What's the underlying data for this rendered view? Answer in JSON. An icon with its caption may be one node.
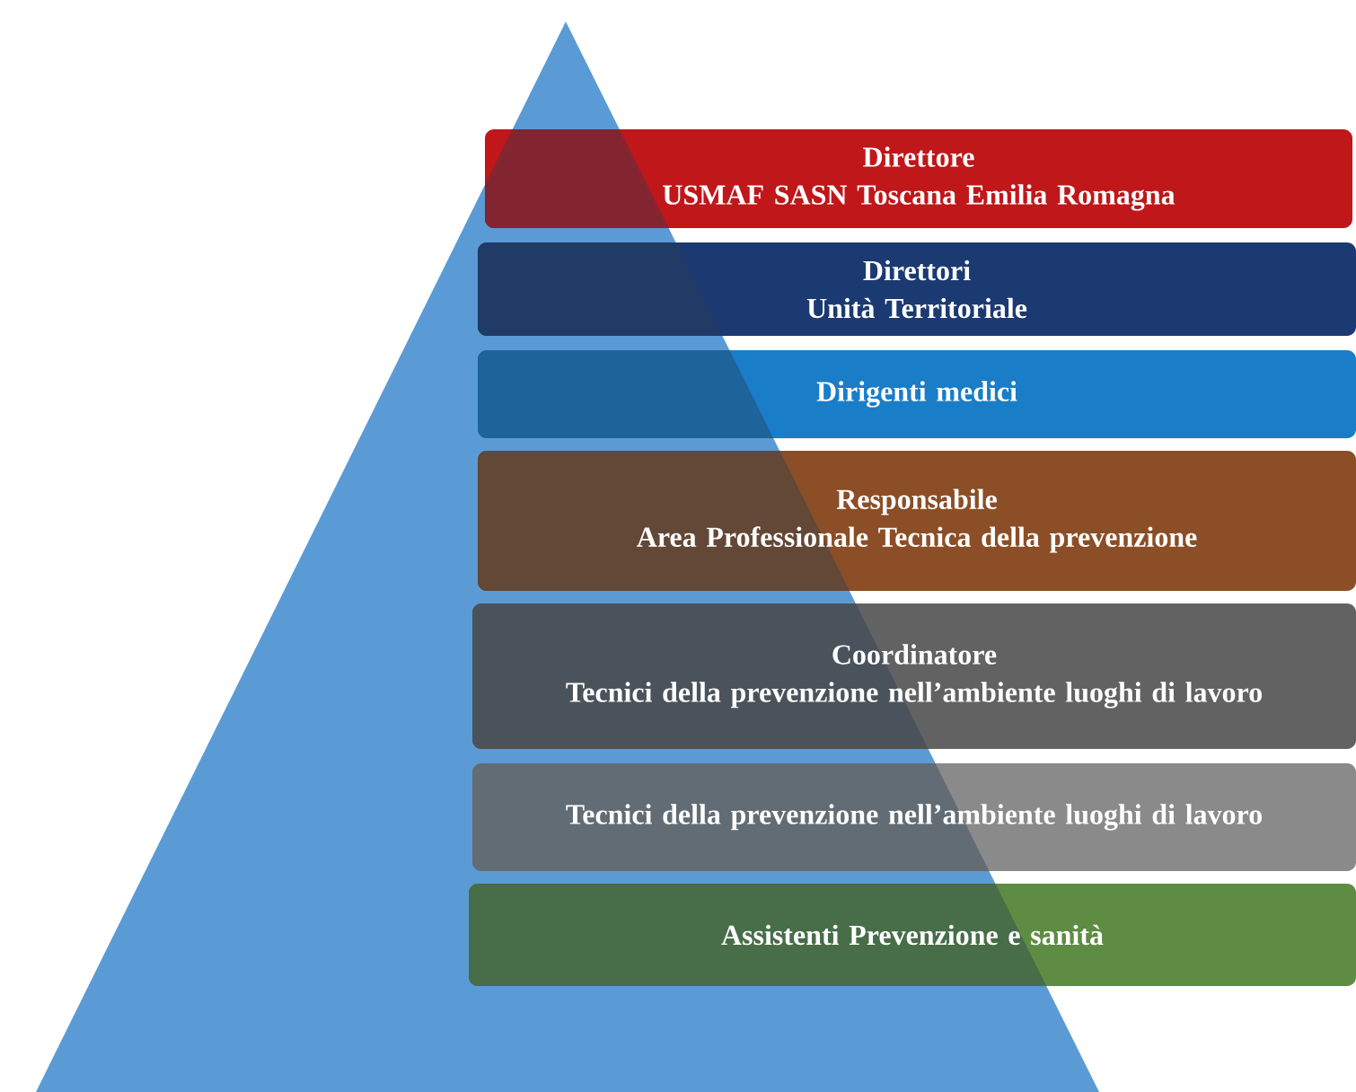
{
  "diagram": {
    "nodes": [
      {
        "text": [
          "Direttore",
          "USMAF SASN Toscana Emilia Romagna"
        ]
      },
      {
        "text": [
          "Direttori",
          "Unità Territoriale"
        ]
      },
      {
        "text": [
          "Dirigenti medici"
        ]
      },
      {
        "text": [
          "Responsabile",
          "Area Professionale Tecnica della prevenzione"
        ]
      },
      {
        "text": [
          "Coordinatore",
          "Tecnici della prevenzione nell’ambiente luoghi di lavoro"
        ]
      },
      {
        "text": [
          "Tecnici della prevenzione nell’ambiente luoghi di lavoro"
        ]
      },
      {
        "text": [
          "Assistenti Prevenzione e sanità"
        ]
      }
    ]
  }
}
